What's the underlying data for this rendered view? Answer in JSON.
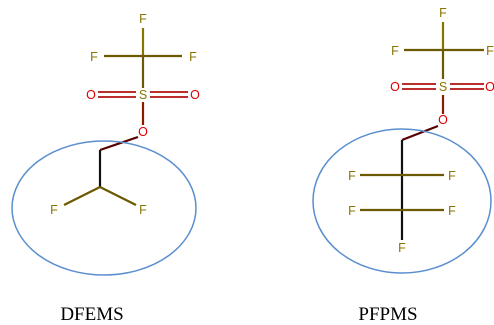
{
  "colors": {
    "fluorine": "#8a7400",
    "bond": "#1a1a1a",
    "oxygen": "#e00000",
    "sulfur": "#8a7400",
    "ellipse": "#5b8ecf"
  },
  "molecules": [
    {
      "caption": "DFEMS",
      "cf3_fluorines": [
        "F",
        "F",
        "F"
      ],
      "sulfonyl_oxygens": [
        "O",
        "O"
      ],
      "sulfur": "S",
      "ester_oxygen": "O",
      "ring_fluorines": [
        "F",
        "F"
      ]
    },
    {
      "caption": "PFPMS",
      "cf3_fluorines": [
        "F",
        "F",
        "F"
      ],
      "sulfonyl_oxygens": [
        "O",
        "O"
      ],
      "sulfur": "S",
      "ester_oxygen": "O",
      "ring_fluorines": [
        "F",
        "F",
        "F",
        "F",
        "F"
      ]
    }
  ]
}
